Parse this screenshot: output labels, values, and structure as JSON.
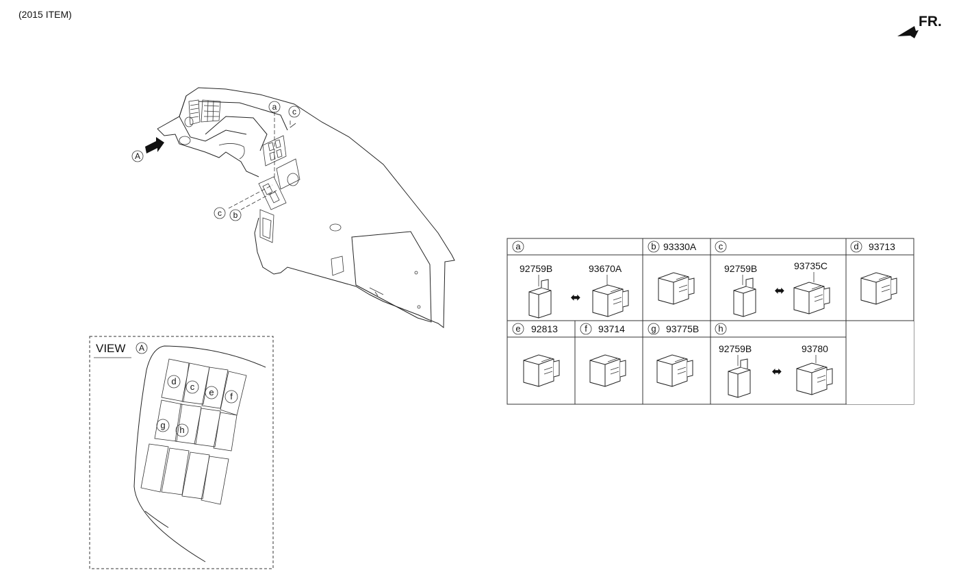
{
  "header": {
    "item_year": "(2015 ITEM)",
    "front_label": "FR."
  },
  "callouts": {
    "a": "a",
    "b": "b",
    "c": "c",
    "d": "d",
    "e": "e",
    "f": "f",
    "g": "g",
    "h": "h",
    "A": "A"
  },
  "view": {
    "label": "VIEW",
    "ref": "A"
  },
  "parts_table": {
    "cells": [
      {
        "letter": "a",
        "part": "",
        "parts": [
          "92759B",
          "93670A"
        ],
        "interchangeable": true
      },
      {
        "letter": "b",
        "part": "93330A"
      },
      {
        "letter": "c",
        "part": "",
        "parts": [
          "92759B",
          "93735C"
        ],
        "interchangeable": true
      },
      {
        "letter": "d",
        "part": "93713"
      },
      {
        "letter": "e",
        "part": "92813"
      },
      {
        "letter": "f",
        "part": "93714"
      },
      {
        "letter": "g",
        "part": "93775B"
      },
      {
        "letter": "h",
        "part": "",
        "parts": [
          "92759B",
          "93780"
        ],
        "interchangeable": true
      }
    ]
  }
}
